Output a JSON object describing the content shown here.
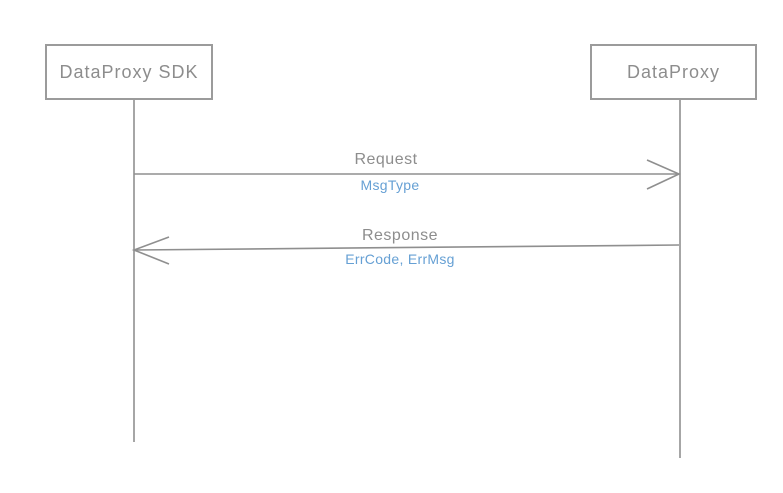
{
  "actors": [
    {
      "id": "dataproxy-sdk",
      "label": "DataProxy SDK"
    },
    {
      "id": "dataproxy",
      "label": "DataProxy"
    }
  ],
  "messages": [
    {
      "id": "request",
      "label": "Request",
      "params": "MsgType",
      "direction": "left-to-right"
    },
    {
      "id": "response",
      "label": "Response",
      "params": "ErrCode, ErrMsg",
      "direction": "right-to-left"
    }
  ],
  "colors": {
    "background": "#ffffff",
    "actor_border": "#9b9b9b",
    "actor_text": "#8d8d8d",
    "line": "#8f8f8f",
    "message_text": "#8d8d8d",
    "param_text": "#66a0d4"
  }
}
